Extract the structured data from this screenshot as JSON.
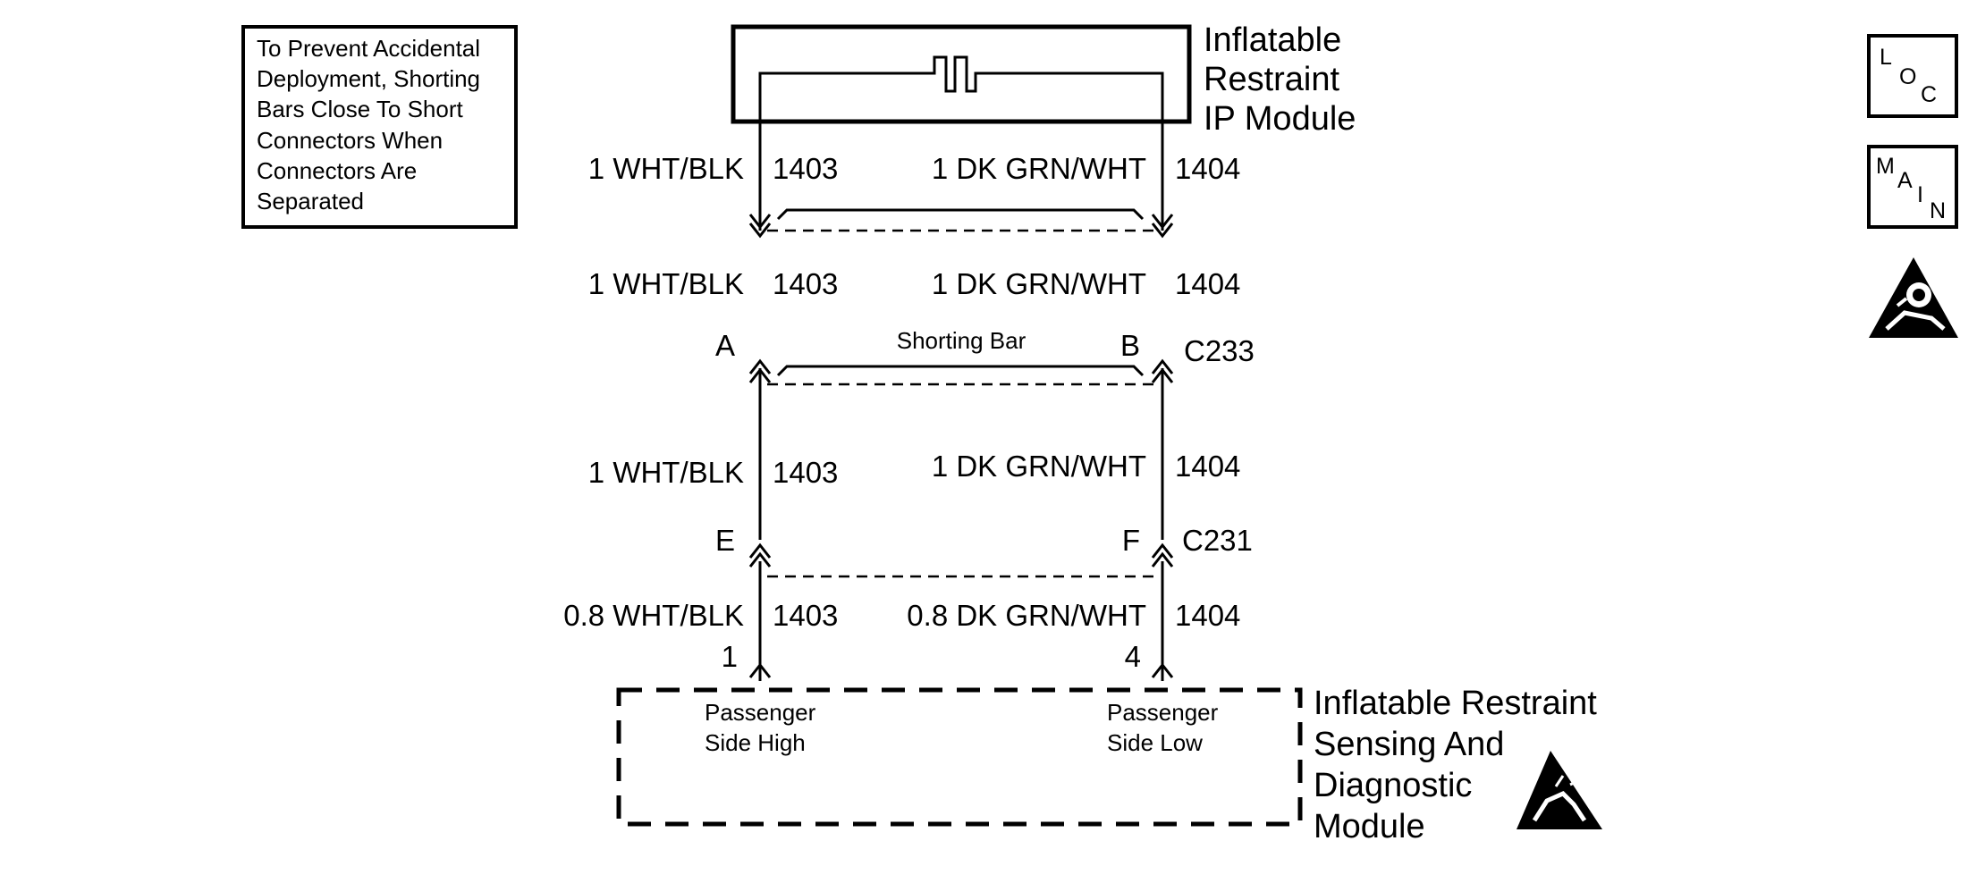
{
  "note": {
    "lines": [
      "To Prevent Accidental",
      "Deployment, Shorting",
      "Bars Close To Short",
      "Connectors When",
      "Connectors Are",
      "Separated"
    ]
  },
  "ip_module": {
    "lines": [
      "Inflatable",
      "Restraint",
      "IP Module"
    ]
  },
  "sdm": {
    "lines": [
      "Inflatable Restraint",
      "Sensing And",
      "Diagnostic",
      "Module"
    ],
    "pin_left": {
      "lines": [
        "Passenger",
        "Side High"
      ]
    },
    "pin_right": {
      "lines": [
        "Passenger",
        "Side Low"
      ]
    }
  },
  "shorting_bar_label": "Shorting Bar",
  "connectors": {
    "c233": {
      "name": "C233",
      "pin_left": "A",
      "pin_right": "B"
    },
    "c231": {
      "name": "C231",
      "pin_left": "E",
      "pin_right": "F"
    }
  },
  "sdm_pins": {
    "left": "1",
    "right": "4"
  },
  "wire_rows": [
    {
      "left_wire": "1 WHT/BLK",
      "left_circuit": "1403",
      "right_wire": "1 DK GRN/WHT",
      "right_circuit": "1404"
    },
    {
      "left_wire": "1 WHT/BLK",
      "left_circuit": "1403",
      "right_wire": "1 DK GRN/WHT",
      "right_circuit": "1404"
    },
    {
      "left_wire": "1 WHT/BLK",
      "left_circuit": "1403",
      "right_wire": "1 DK GRN/WHT",
      "right_circuit": "1404"
    },
    {
      "left_wire": "0.8 WHT/BLK",
      "left_circuit": "1403",
      "right_wire": "0.8 DK GRN/WHT",
      "right_circuit": "1404"
    }
  ],
  "side_icons": {
    "loc": {
      "letters": [
        "L",
        "O",
        "C"
      ],
      "icon": "loc-icon"
    },
    "main": {
      "letters": [
        "M",
        "A",
        "I",
        "N"
      ],
      "icon": "main-icon"
    },
    "airbag": {
      "icon": "airbag-warning-icon"
    },
    "esd": {
      "icon": "esd-sensitive-icon"
    }
  }
}
